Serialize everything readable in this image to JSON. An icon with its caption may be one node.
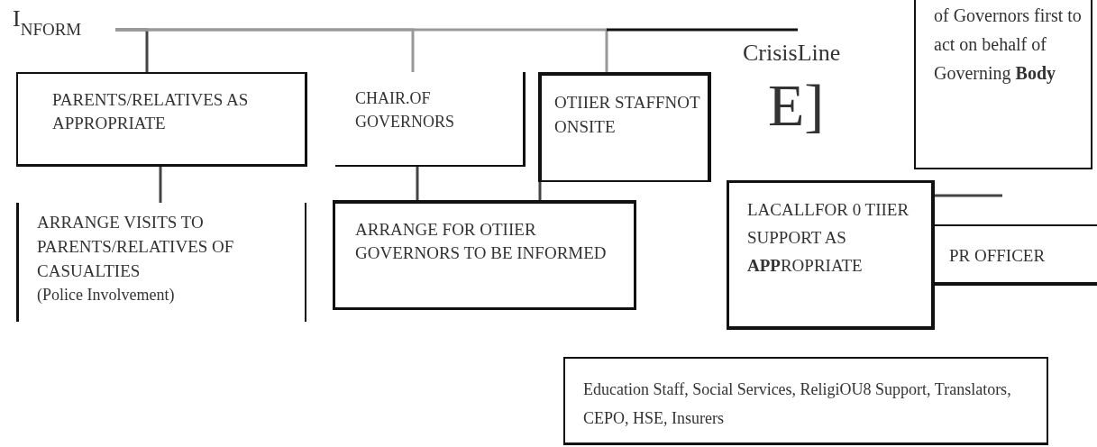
{
  "diagram": {
    "nodes": [
      {
        "text": [
          "I",
          "NFORM"
        ]
      },
      {
        "text": [
          "PARENTS/RELATIVES AS APPROPRIATE"
        ]
      },
      {
        "text": [
          "CHAIR.OF GOVERNORS"
        ]
      },
      {
        "text": [
          "OTIIER STAFFNOT ONSITE"
        ]
      },
      {
        "text": [
          "ARRANGE VISITS TO PARENTS/RELATIVES OF CASUALTIES",
          "(Police Involvement)"
        ]
      },
      {
        "text": [
          "ARRANGE FOR OTIIER GOVERNORS TO BE INFORMED"
        ]
      },
      {
        "text": [
          "LACALLFOR 0 TIIER SUPPORT AS **APP**ROPRIATE"
        ]
      },
      {
        "text": [
          "PR OFFICER"
        ]
      },
      {
        "text": [
          "of Governors first to act on behalf of Governing **Body**"
        ]
      },
      {
        "text": [
          "Education Staff, Social Services, ReligiOU8 Support, Translators, CEPO, HSE, Insurers"
        ]
      }
    ],
    "edges": [
      {
        "from": 0,
        "to": 1,
        "arrow": "none"
      },
      {
        "from": 0,
        "to": 2,
        "arrow": "none",
        "color": "#999999"
      },
      {
        "from": 0,
        "to": 3,
        "arrow": "none",
        "color": "#999999"
      },
      {
        "from": 1,
        "to": 4,
        "arrow": "none"
      },
      {
        "from": 2,
        "to": 5,
        "arrow": "none"
      },
      {
        "from": 3,
        "to": 5,
        "arrow": "none"
      },
      {
        "from": 6,
        "to": null,
        "arrow": "none"
      }
    ],
    "labels": [
      "CrisisLine",
      "E]"
    ]
  }
}
